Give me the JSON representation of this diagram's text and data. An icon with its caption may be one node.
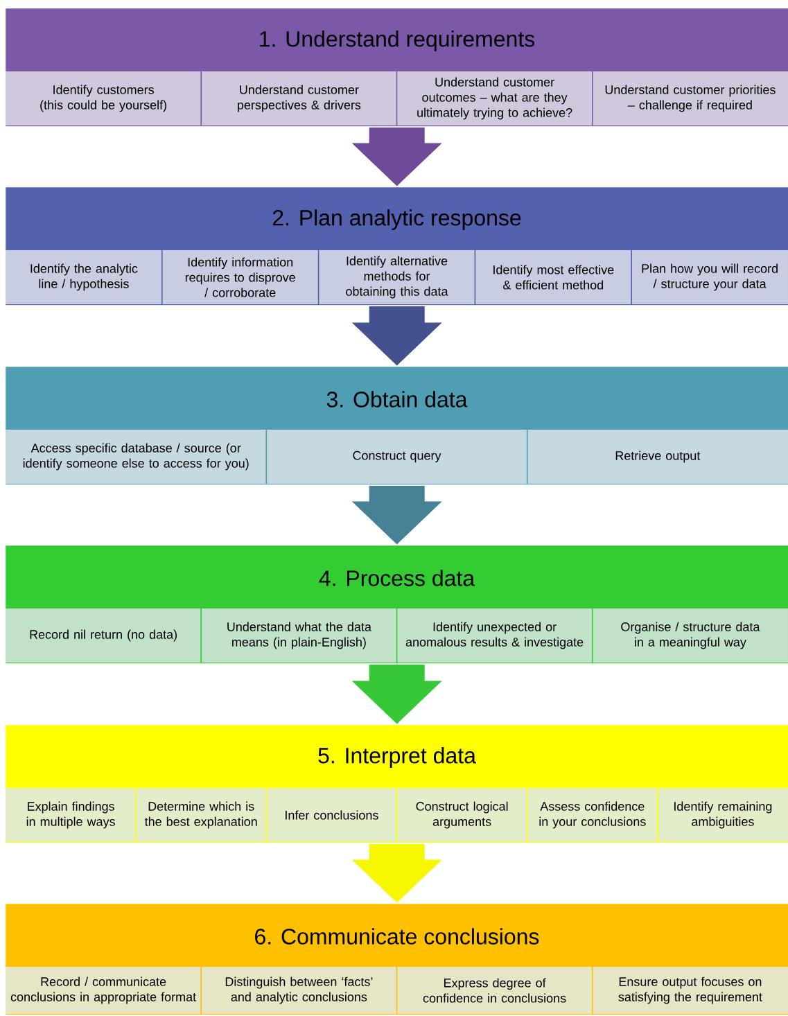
{
  "diagram": {
    "nodes": [
      {
        "text": [
          "1. Understand requirements"
        ]
      },
      {
        "text": [
          "Identify customers (this could be yourself)"
        ],
        "in": 0
      },
      {
        "text": [
          "Understand customer perspectives & drivers"
        ],
        "in": 0
      },
      {
        "text": [
          "Understand customer outcomes – what are they ultimately trying to achieve?"
        ],
        "in": 0
      },
      {
        "text": [
          "Understand customer priorities – challenge if required"
        ],
        "in": 0
      },
      {
        "text": [
          "2. Plan analytic response"
        ]
      },
      {
        "text": [
          "Identify the analytic line / hypothesis"
        ],
        "in": 5
      },
      {
        "text": [
          "Identify information requires to disprove / corroborate"
        ],
        "in": 5
      },
      {
        "text": [
          "Identify alternative methods for obtaining this data"
        ],
        "in": 5
      },
      {
        "text": [
          "Identify most effective & efficient method"
        ],
        "in": 5
      },
      {
        "text": [
          "Plan how you will record / structure your data"
        ],
        "in": 5
      },
      {
        "text": [
          "3. Obtain data"
        ]
      },
      {
        "text": [
          "Access specific database / source (or identify someone else to access for you)"
        ],
        "in": 11
      },
      {
        "text": [
          "Construct query"
        ],
        "in": 11
      },
      {
        "text": [
          "Retrieve output"
        ],
        "in": 11
      },
      {
        "text": [
          "4. Process data"
        ]
      },
      {
        "text": [
          "Record nil return (no data)"
        ],
        "in": 15
      },
      {
        "text": [
          "Understand what the data means (in plain-English)"
        ],
        "in": 15
      },
      {
        "text": [
          "Identify unexpected or anomalous results & investigate"
        ],
        "in": 15
      },
      {
        "text": [
          "Organise / structure data in a meaningful way"
        ],
        "in": 15
      },
      {
        "text": [
          "5. Interpret data"
        ]
      },
      {
        "text": [
          "Explain findings in multiple ways"
        ],
        "in": 20
      },
      {
        "text": [
          "Determine which is the best explanation"
        ],
        "in": 20
      },
      {
        "text": [
          "Infer conclusions"
        ],
        "in": 20
      },
      {
        "text": [
          "Construct logical arguments"
        ],
        "in": 20
      },
      {
        "text": [
          "Assess confidence in your conclusions"
        ],
        "in": 20
      },
      {
        "text": [
          "Identify remaining ambiguities"
        ],
        "in": 20
      },
      {
        "text": [
          "6. Communicate conclusions"
        ]
      },
      {
        "text": [
          "Record / communicate conclusions in appropriate format"
        ],
        "in": 27
      },
      {
        "text": [
          "Distinguish between ‘facts’ and analytic conclusions"
        ],
        "in": 27
      },
      {
        "text": [
          "Express degree of confidence in conclusions"
        ],
        "in": 27
      },
      {
        "text": [
          "Ensure output focuses on satisfying the requirement"
        ],
        "in": 27
      }
    ],
    "edges": [
      {
        "from": 0,
        "to": 5,
        "arrow": "to",
        "color": "#6f4a99"
      },
      {
        "from": 5,
        "to": 11,
        "arrow": "to",
        "color": "#45508f"
      },
      {
        "from": 11,
        "to": 15,
        "arrow": "to",
        "color": "#468195"
      },
      {
        "from": 15,
        "to": 20,
        "arrow": "to",
        "color": "#36c836"
      },
      {
        "from": 20,
        "to": 27,
        "arrow": "to",
        "color": "#f7f700"
      }
    ]
  }
}
